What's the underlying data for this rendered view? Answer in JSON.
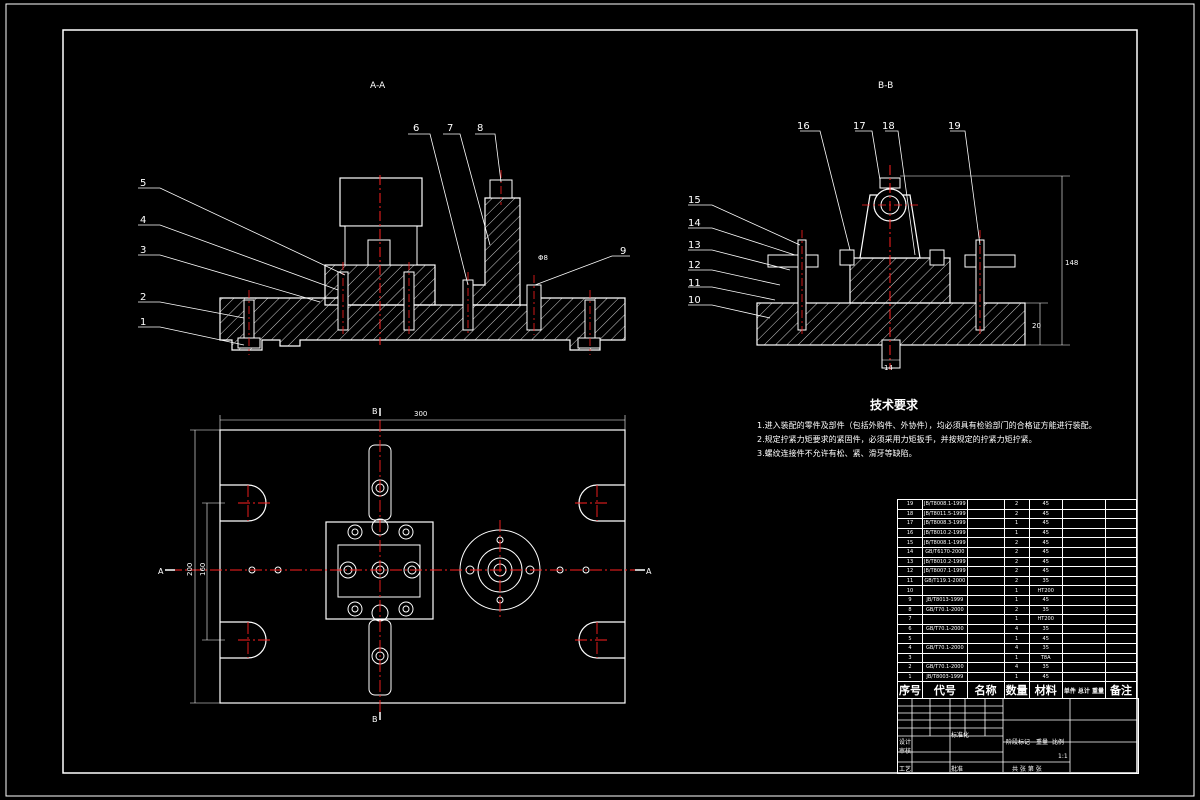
{
  "views": {
    "section_a": "A-A",
    "section_b": "B-B",
    "cut_a_left": "A",
    "cut_a_right": "A",
    "cut_b_top": "B",
    "cut_b_bottom": "B"
  },
  "callouts_left": [
    "1",
    "2",
    "3",
    "4",
    "5",
    "6",
    "7",
    "8",
    "9"
  ],
  "callouts_right": [
    "10",
    "11",
    "12",
    "13",
    "14",
    "15",
    "16",
    "17",
    "18",
    "19"
  ],
  "dimensions": {
    "top_width": "300",
    "height_outer": "200",
    "height_inner": "160",
    "right_height": "148",
    "right_small": "20",
    "right_bottom": "14",
    "left_dim": "Φ8"
  },
  "tech": {
    "title": "技术要求",
    "lines": [
      "1.进入装配的零件及部件（包括外购件、外协件），均必须具有检验部门的合格证方能进行装配。",
      "2.规定拧紧力矩要求的紧固件，必须采用力矩扳手，并按规定的拧紧力矩拧紧。",
      "3.螺纹连接件不允许有松、紧、滑牙等缺陷。"
    ]
  },
  "bom": {
    "rows": [
      [
        "19",
        "JB/T8008.1-1999",
        "",
        "2",
        "45",
        ""
      ],
      [
        "18",
        "JB/T8011.5-1999",
        "",
        "2",
        "45",
        ""
      ],
      [
        "17",
        "JB/T8008.3-1999",
        "",
        "1",
        "45",
        ""
      ],
      [
        "16",
        "JB/T8010.2-1999",
        "",
        "1",
        "45",
        ""
      ],
      [
        "15",
        "JB/T8008.1-1999",
        "",
        "2",
        "45",
        ""
      ],
      [
        "14",
        "GB/T6170-2000",
        "",
        "2",
        "45",
        ""
      ],
      [
        "13",
        "JB/T8010.2-1999",
        "",
        "2",
        "45",
        ""
      ],
      [
        "12",
        "JB/T8007.1-1999",
        "",
        "2",
        "45",
        ""
      ],
      [
        "11",
        "GB/T119.1-2000",
        "",
        "2",
        "35",
        ""
      ],
      [
        "10",
        "",
        "",
        "1",
        "HT200",
        ""
      ],
      [
        "9",
        "JB/T8013-1999",
        "",
        "1",
        "45",
        ""
      ],
      [
        "8",
        "GB/T70.1-2000",
        "",
        "2",
        "35",
        ""
      ],
      [
        "7",
        "",
        "",
        "1",
        "HT200",
        ""
      ],
      [
        "6",
        "GB/T70.1-2000",
        "",
        "4",
        "35",
        ""
      ],
      [
        "5",
        "",
        "",
        "1",
        "45",
        ""
      ],
      [
        "4",
        "GB/T70.1-2000",
        "",
        "4",
        "35",
        ""
      ],
      [
        "3",
        "",
        "",
        "1",
        "T8A",
        ""
      ],
      [
        "2",
        "GB/T70.1-2000",
        "",
        "4",
        "35",
        ""
      ],
      [
        "1",
        "JB/T8003-1999",
        "",
        "1",
        "45",
        ""
      ]
    ],
    "header": [
      "序号",
      "代号",
      "名称",
      "数量",
      "材料",
      "单件 总计 重量",
      "备注"
    ]
  },
  "title_block": {
    "scale": "1:1",
    "sheet_label": "共 张 第 张",
    "stage_label": "阶段标记",
    "weight_label": "重量",
    "ratio_label": "比例",
    "design": "设计",
    "review": "审核",
    "process": "工艺",
    "std": "标准化",
    "approve": "批准"
  },
  "colors": {
    "line": "#ffffff",
    "center": "#ff2020",
    "hatch": "#d9d9d9",
    "bg": "#000000"
  }
}
